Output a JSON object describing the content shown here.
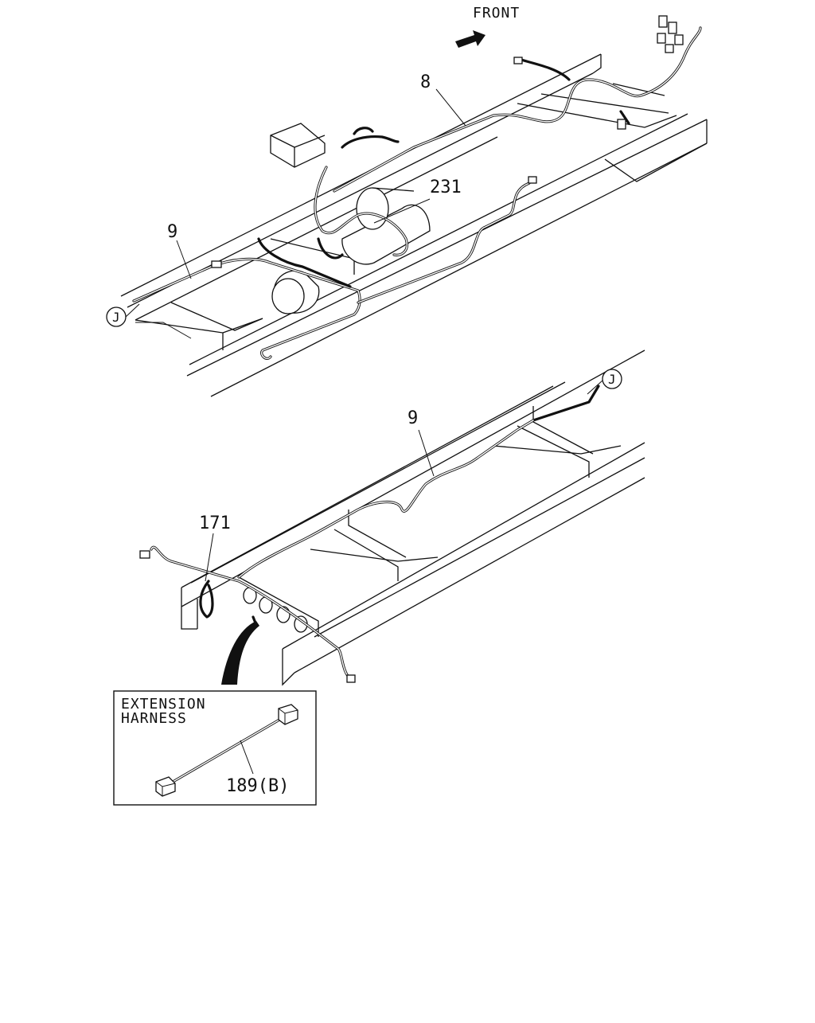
{
  "direction": {
    "label": "FRONT",
    "arrow_icon": "arrow-front-icon"
  },
  "upper_view": {
    "callouts": {
      "harness_8": "8",
      "harness_231": "231",
      "harness_9": "9"
    },
    "reference": "J"
  },
  "lower_view": {
    "callouts": {
      "harness_9": "9",
      "harness_171": "171"
    },
    "reference": "J"
  },
  "detail_box": {
    "title_line1": "EXTENSION",
    "title_line2": "HARNESS",
    "part_label": "189(B)"
  }
}
